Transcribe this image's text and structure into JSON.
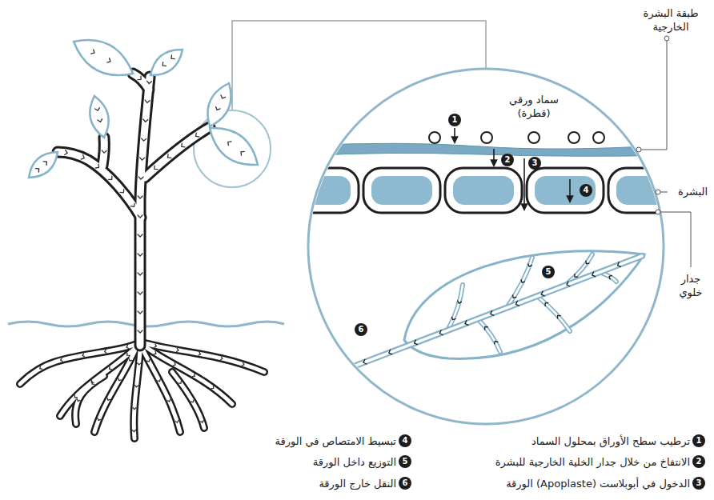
{
  "diagram": {
    "labels": [
      "طبقة البشرة الخارجية",
      "سماد ورقي (قطرة)",
      "البشرة",
      "جدار خلوي",
      "1",
      "2",
      "3",
      "4",
      "5",
      "6",
      "1",
      "2",
      "3",
      "4",
      "5",
      "6"
    ],
    "legend": [
      {
        "text": "ترطيب سطح الأوراق بمحلول السماد"
      },
      {
        "text": "الانتفاخ من خلال جدار الخلية الخارجية للبشرة"
      },
      {
        "text": "الدخول في أبوبلاست (Apoplaste) الورقة"
      },
      {
        "text": "تبسيط الامتصاص في الورقة"
      },
      {
        "text": "التوزيع داخل الورقة"
      },
      {
        "text": "النقل خارج الورقة"
      }
    ]
  }
}
